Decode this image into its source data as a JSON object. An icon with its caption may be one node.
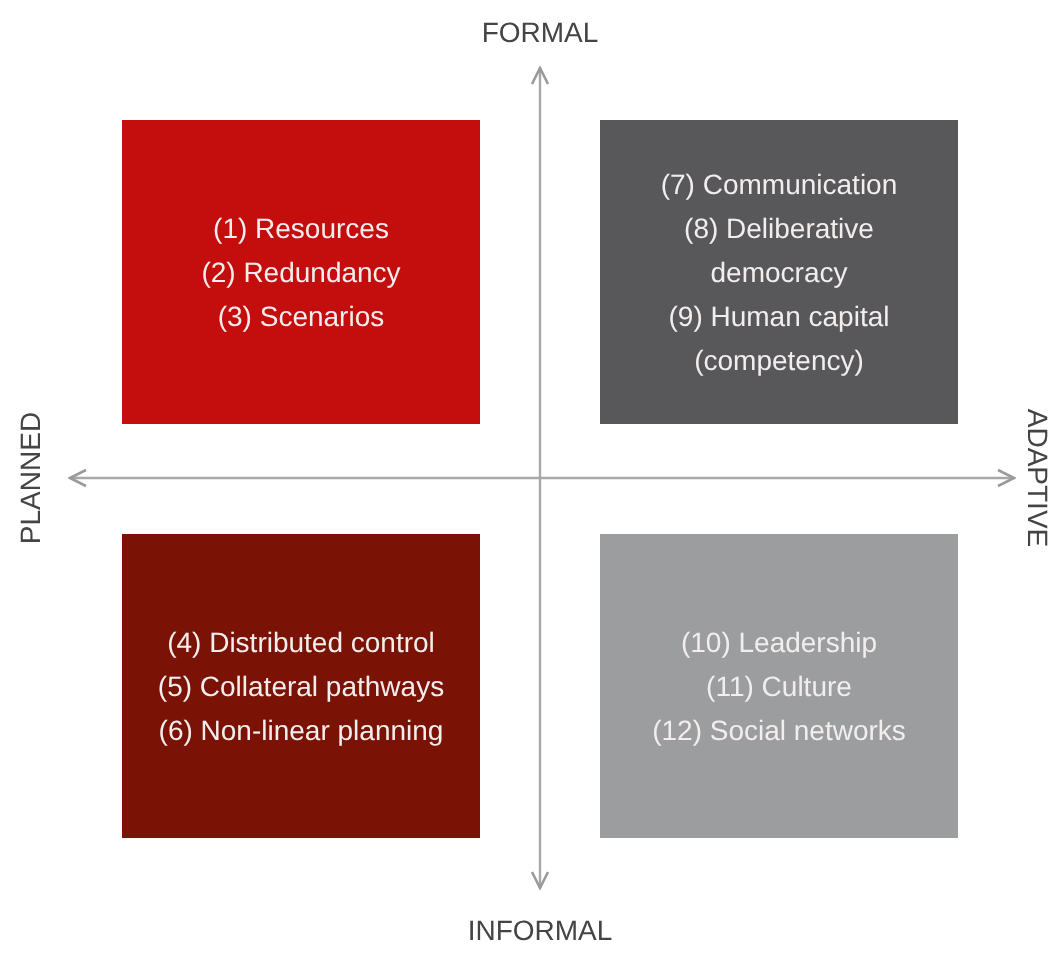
{
  "diagram": {
    "nodes": [
      {
        "text": [
          "(1) Resources",
          "(2) Redundancy",
          "(3) Scenarios"
        ]
      },
      {
        "text": [
          "(7) Communication",
          "(8) Deliberative democracy",
          "(9) Human capital (competency)"
        ]
      },
      {
        "text": [
          "(4) Distributed control",
          "(5) Collateral pathways",
          "(6) Non-linear planning"
        ]
      },
      {
        "text": [
          "(10) Leadership",
          "(11) Culture",
          "(12) Social networks"
        ]
      }
    ],
    "edges": [],
    "labels": [
      "FORMAL",
      "PLANNED",
      "ADAPTIVE",
      "INFORMAL"
    ]
  }
}
